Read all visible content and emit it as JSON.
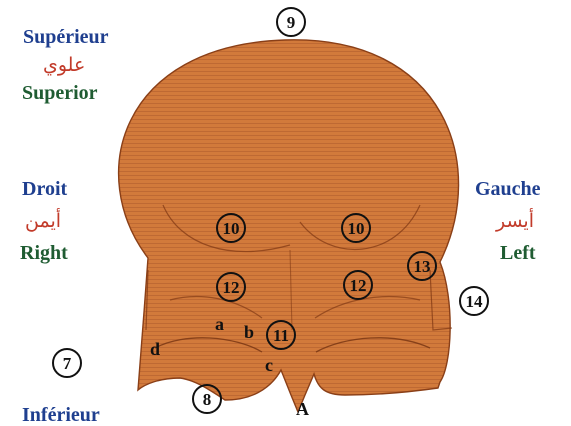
{
  "orientation": {
    "superior": {
      "fr": "Supérieur",
      "ar": "علوي",
      "en": "Superior"
    },
    "right": {
      "fr": "Droit",
      "ar": "أيمن",
      "en": "Right"
    },
    "left": {
      "fr": "Gauche",
      "ar": "أيسر",
      "en": "Left"
    },
    "inferior": {
      "fr": "Inférieur"
    }
  },
  "markers": {
    "m9": "9",
    "m10a": "10",
    "m10b": "10",
    "m12a": "12",
    "m12b": "12",
    "m13": "13",
    "m14": "14",
    "m11": "11",
    "m7": "7",
    "m8": "8"
  },
  "letters": {
    "a": "a",
    "b": "b",
    "c": "c",
    "d": "d",
    "A": "A"
  },
  "colors": {
    "skull": "#d27a3b",
    "hatch": "#a9552a",
    "outline": "#8a3f17"
  }
}
